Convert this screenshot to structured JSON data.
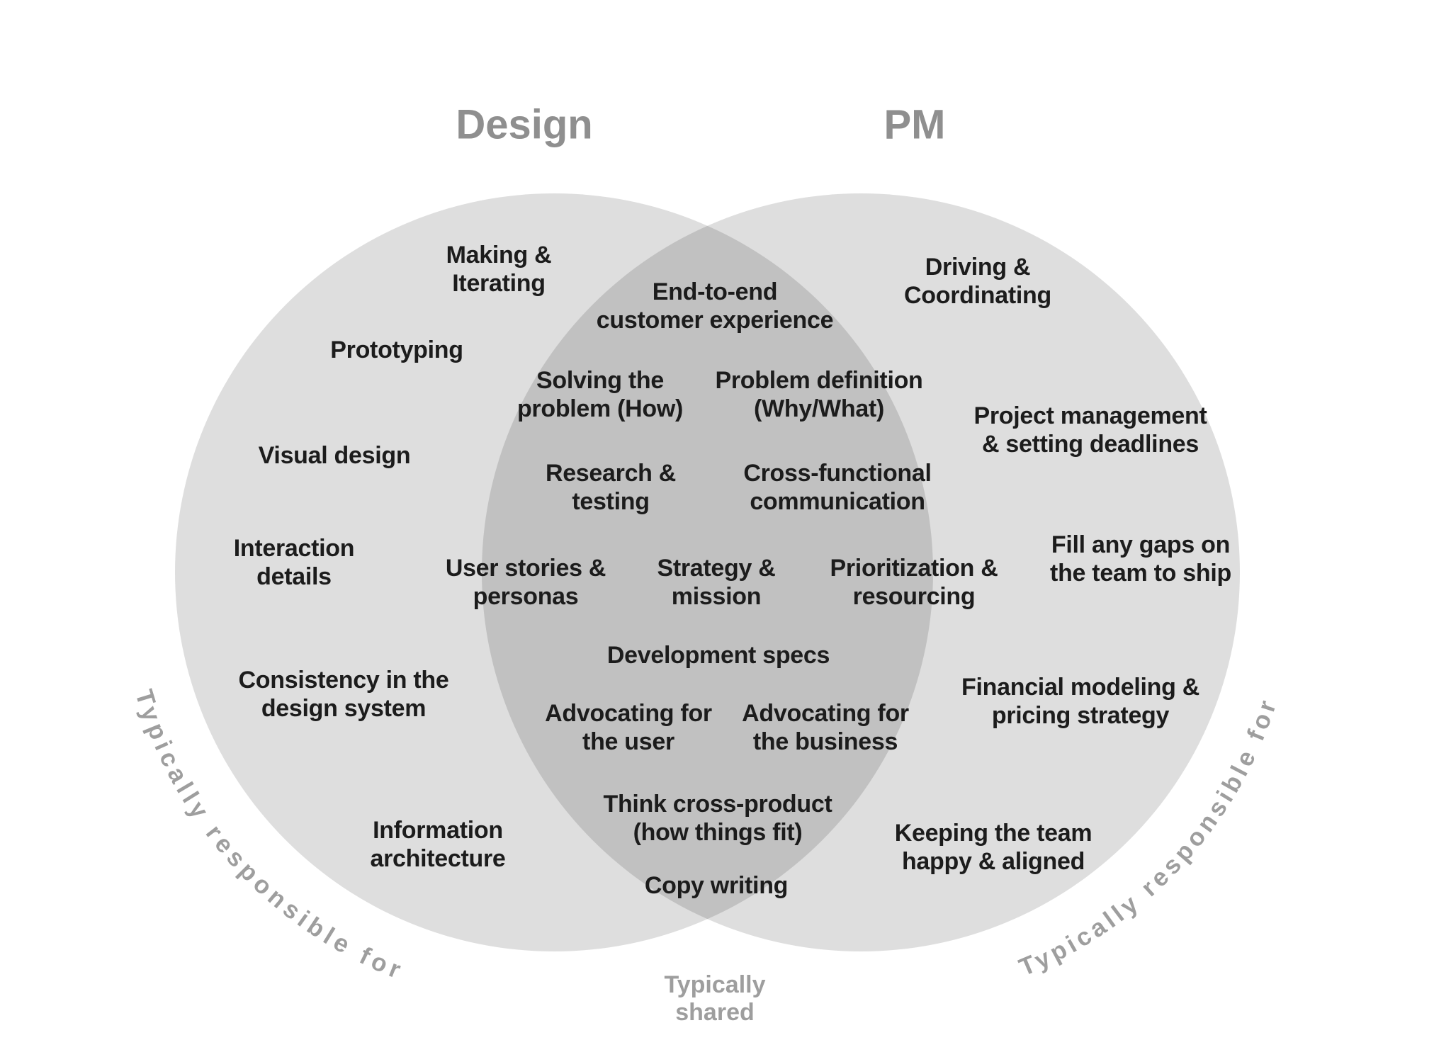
{
  "diagram": {
    "type": "venn",
    "left_title": "Design",
    "right_title": "PM",
    "left_footnote": "Typically responsible for",
    "right_footnote": "Typically responsible for",
    "shared_footnote": "Typically\nshared",
    "design_items": [
      "Making &\nIterating",
      "Prototyping",
      "Visual design",
      "Interaction\ndetails",
      "Consistency in the\ndesign system",
      "Information\narchitecture"
    ],
    "shared_items": [
      "End-to-end\ncustomer experience",
      "Solving the\nproblem (How)",
      "Problem definition\n(Why/What)",
      "Research &\ntesting",
      "Cross-functional\ncommunication",
      "User stories &\npersonas",
      "Strategy &\nmission",
      "Prioritization &\nresourcing",
      "Development specs",
      "Advocating for\nthe user",
      "Advocating for\nthe business",
      "Think cross-product\n(how things fit)",
      "Copy writing"
    ],
    "pm_items": [
      "Driving &\nCoordinating",
      "Project management\n& setting deadlines",
      "Fill any gaps on\nthe team to ship",
      "Financial modeling &\npricing strategy",
      "Keeping the team\nhappy & aligned"
    ],
    "colors": {
      "background": "#ffffff",
      "circle": "#dedede",
      "overlap": "#c1c1c1",
      "title_gray": "#8f8f8f",
      "label_black": "#1c1c1c",
      "muted_gray": "#9e9e9e"
    }
  }
}
